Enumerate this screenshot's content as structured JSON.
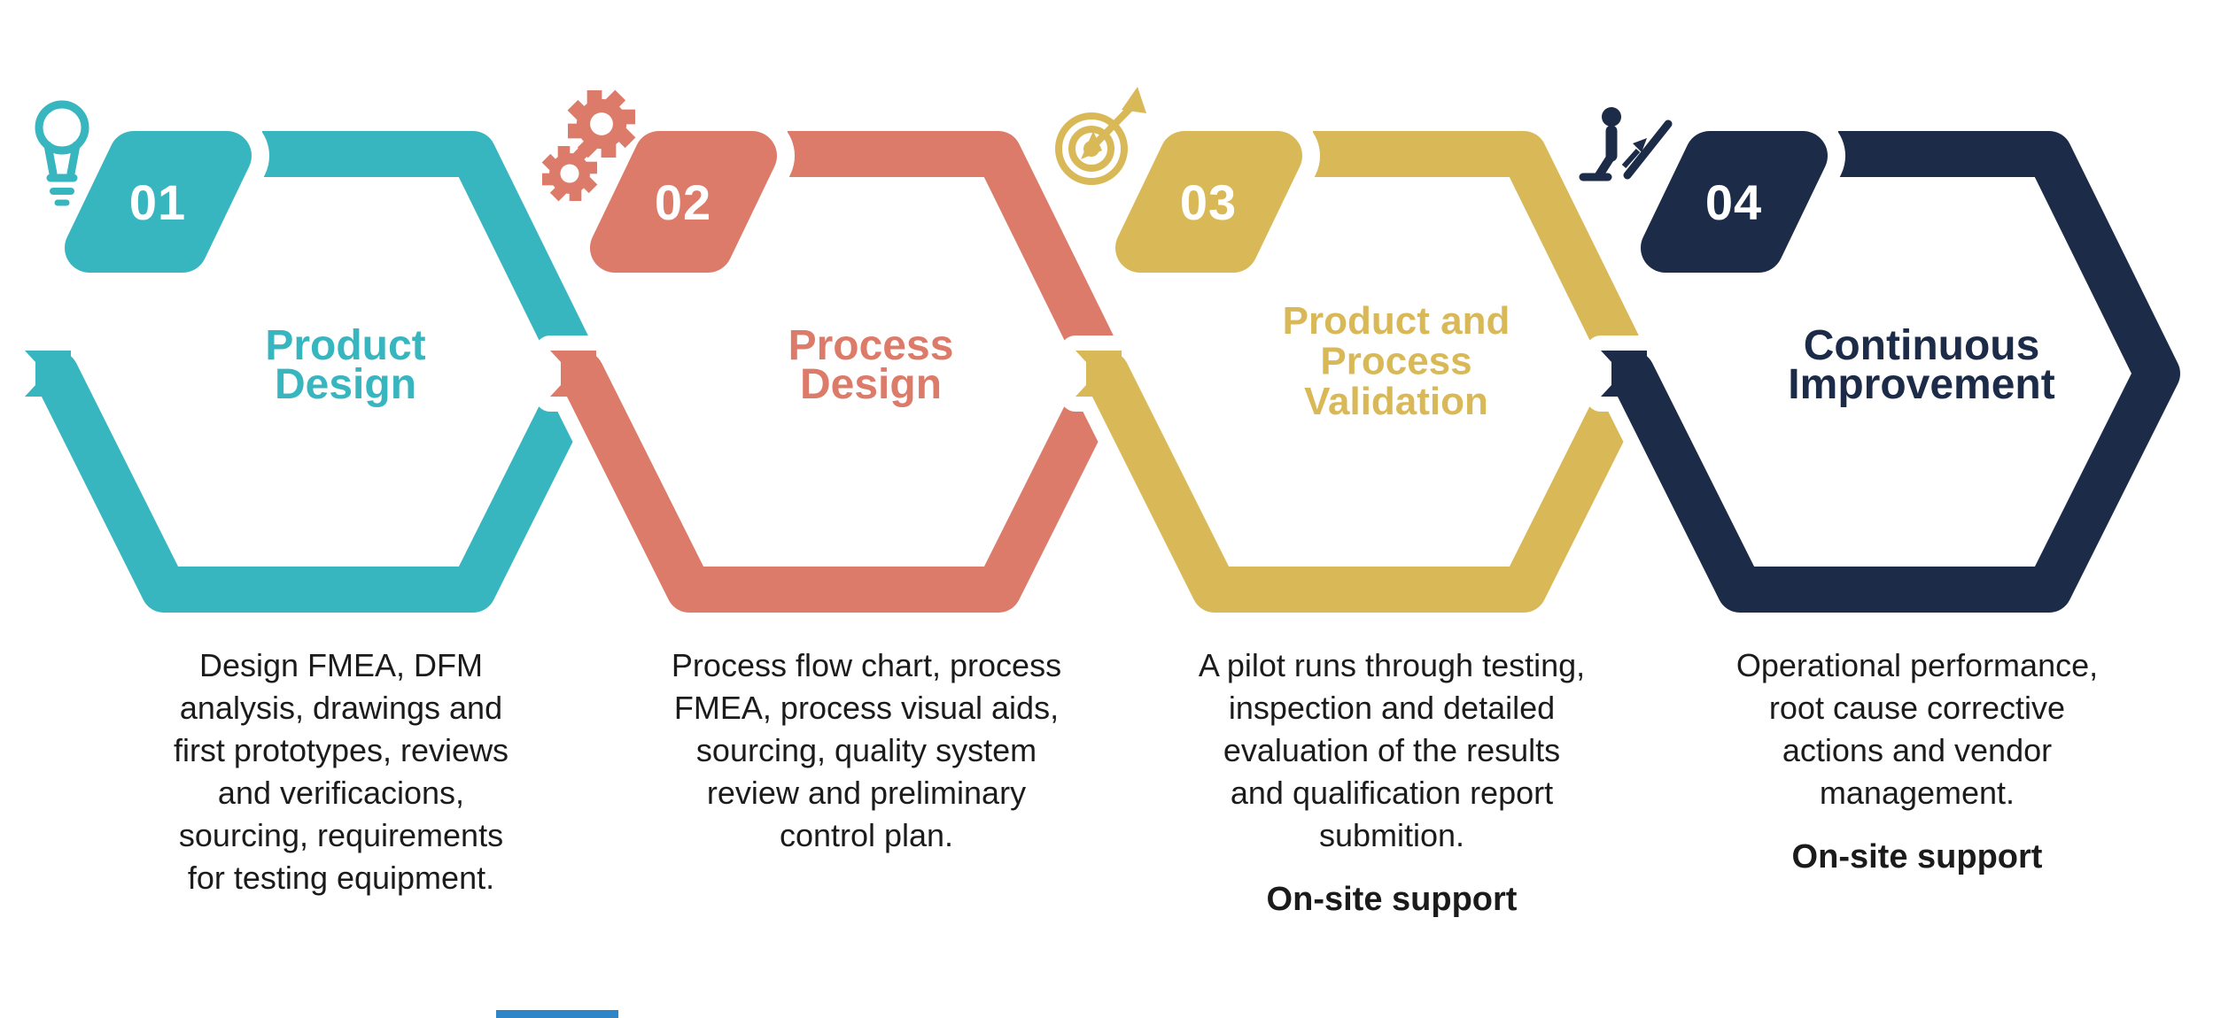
{
  "colors": {
    "teal": "#38b6c0",
    "salmon": "#dd7b6a",
    "gold": "#d9b957",
    "navy": "#1c2b48",
    "text": "#1b1b1b",
    "badge_number": "#ffffff",
    "background": "#ffffff",
    "footer_sliver": "#2e86c9"
  },
  "stages": [
    {
      "number": "01",
      "icon": "lightbulb-icon",
      "color_key": "teal",
      "title_lines": [
        "Product",
        "Design"
      ],
      "description_lines": [
        "Design FMEA, DFM",
        "analysis, drawings and",
        "first prototypes, reviews",
        "and verificacions,",
        "sourcing, requirements",
        "for testing equipment."
      ],
      "support_label": ""
    },
    {
      "number": "02",
      "icon": "gears-icon",
      "color_key": "salmon",
      "title_lines": [
        "Process",
        "Design"
      ],
      "description_lines": [
        "Process flow chart, process",
        "FMEA, process visual aids,",
        "sourcing, quality system",
        "review and preliminary",
        "control plan."
      ],
      "support_label": ""
    },
    {
      "number": "03",
      "icon": "target-arrow-icon",
      "color_key": "gold",
      "title_lines": [
        "Product and",
        "Process",
        "Validation"
      ],
      "description_lines": [
        "A pilot runs through testing,",
        "inspection and detailed",
        "evaluation of the results",
        "and qualification report",
        "submition."
      ],
      "support_label": "On-site support"
    },
    {
      "number": "04",
      "icon": "escalator-person-icon",
      "color_key": "navy",
      "title_lines": [
        "Continuous",
        "Improvement"
      ],
      "description_lines": [
        "Operational performance,",
        "root cause corrective",
        "actions and vendor",
        "management."
      ],
      "support_label": "On-site support"
    }
  ]
}
